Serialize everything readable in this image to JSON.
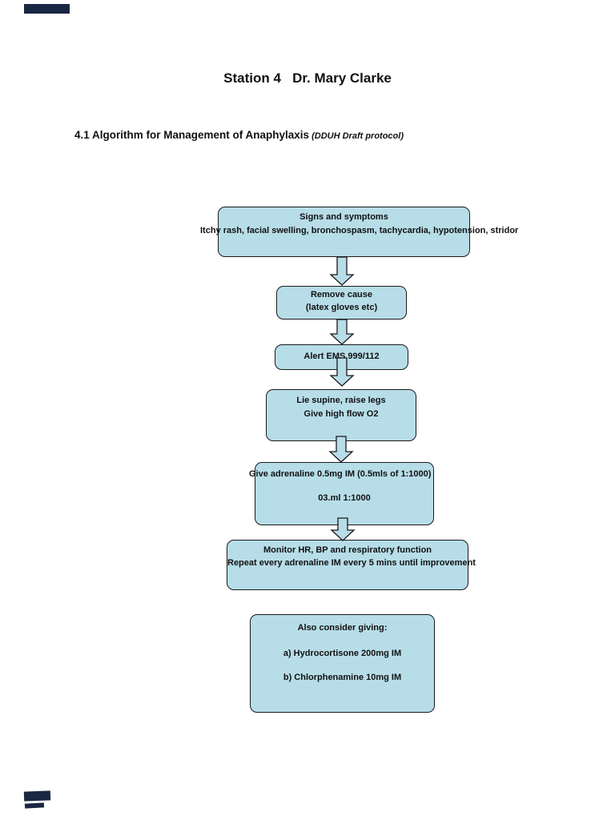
{
  "page": {
    "title": "Station 4   Dr. Mary Clarke",
    "heading": "4.1 Algorithm for Management of Anaphylaxis",
    "heading_note": "(DDUH Draft protocol)"
  },
  "colors": {
    "box_fill": "#b7dde8",
    "box_border": "#1a1a1a",
    "corner_mark": "#1a2742"
  },
  "flowchart": {
    "nodes": [
      {
        "id": "signs-and-symptoms",
        "lines": [
          "Signs and symptoms",
          "Itchy rash, facial swelling, bronchospasm, tachycardia, hypotension, stridor"
        ]
      },
      {
        "id": "remove-cause",
        "lines": [
          "Remove cause",
          "(latex gloves etc)"
        ]
      },
      {
        "id": "alert-ems",
        "lines": [
          "Alert EMS 999/112"
        ]
      },
      {
        "id": "lie-supine",
        "lines": [
          "Lie supine, raise legs",
          "Give high flow O2"
        ]
      },
      {
        "id": "give-adrenaline",
        "lines": [
          "Give adrenaline 0.5mg IM (0.5mls of 1:1000)",
          "03.ml 1:1000"
        ]
      },
      {
        "id": "monitor",
        "lines": [
          "Monitor HR, BP and respiratory function",
          "Repeat every adrenaline IM every 5 mins until improvement"
        ]
      },
      {
        "id": "also-consider",
        "lines": [
          "Also consider giving:",
          "a) Hydrocortisone 200mg IM",
          "b) Chlorphenamine 10mg IM"
        ]
      }
    ]
  }
}
